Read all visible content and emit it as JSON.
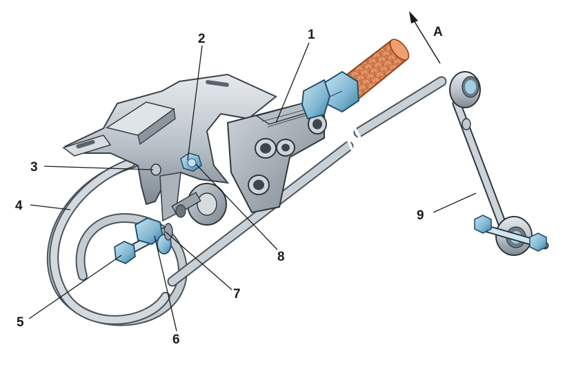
{
  "diagram": {
    "callouts": [
      {
        "id": "1",
        "label": "1"
      },
      {
        "id": "2",
        "label": "2"
      },
      {
        "id": "3",
        "label": "3"
      },
      {
        "id": "4",
        "label": "4"
      },
      {
        "id": "5",
        "label": "5"
      },
      {
        "id": "6",
        "label": "6"
      },
      {
        "id": "7",
        "label": "7"
      },
      {
        "id": "8",
        "label": "8"
      },
      {
        "id": "9",
        "label": "9"
      }
    ],
    "direction_label": "A",
    "colors": {
      "metal_light": "#d3d8dd",
      "metal_mid": "#a9b2ba",
      "metal_dark": "#6f7a84",
      "outline": "#3a4148",
      "nut_blue": "#8ec3dc",
      "nut_blue_dark": "#4f8fb0",
      "hose_orange": "#e28a55",
      "hose_orange_dark": "#b4612f"
    }
  }
}
